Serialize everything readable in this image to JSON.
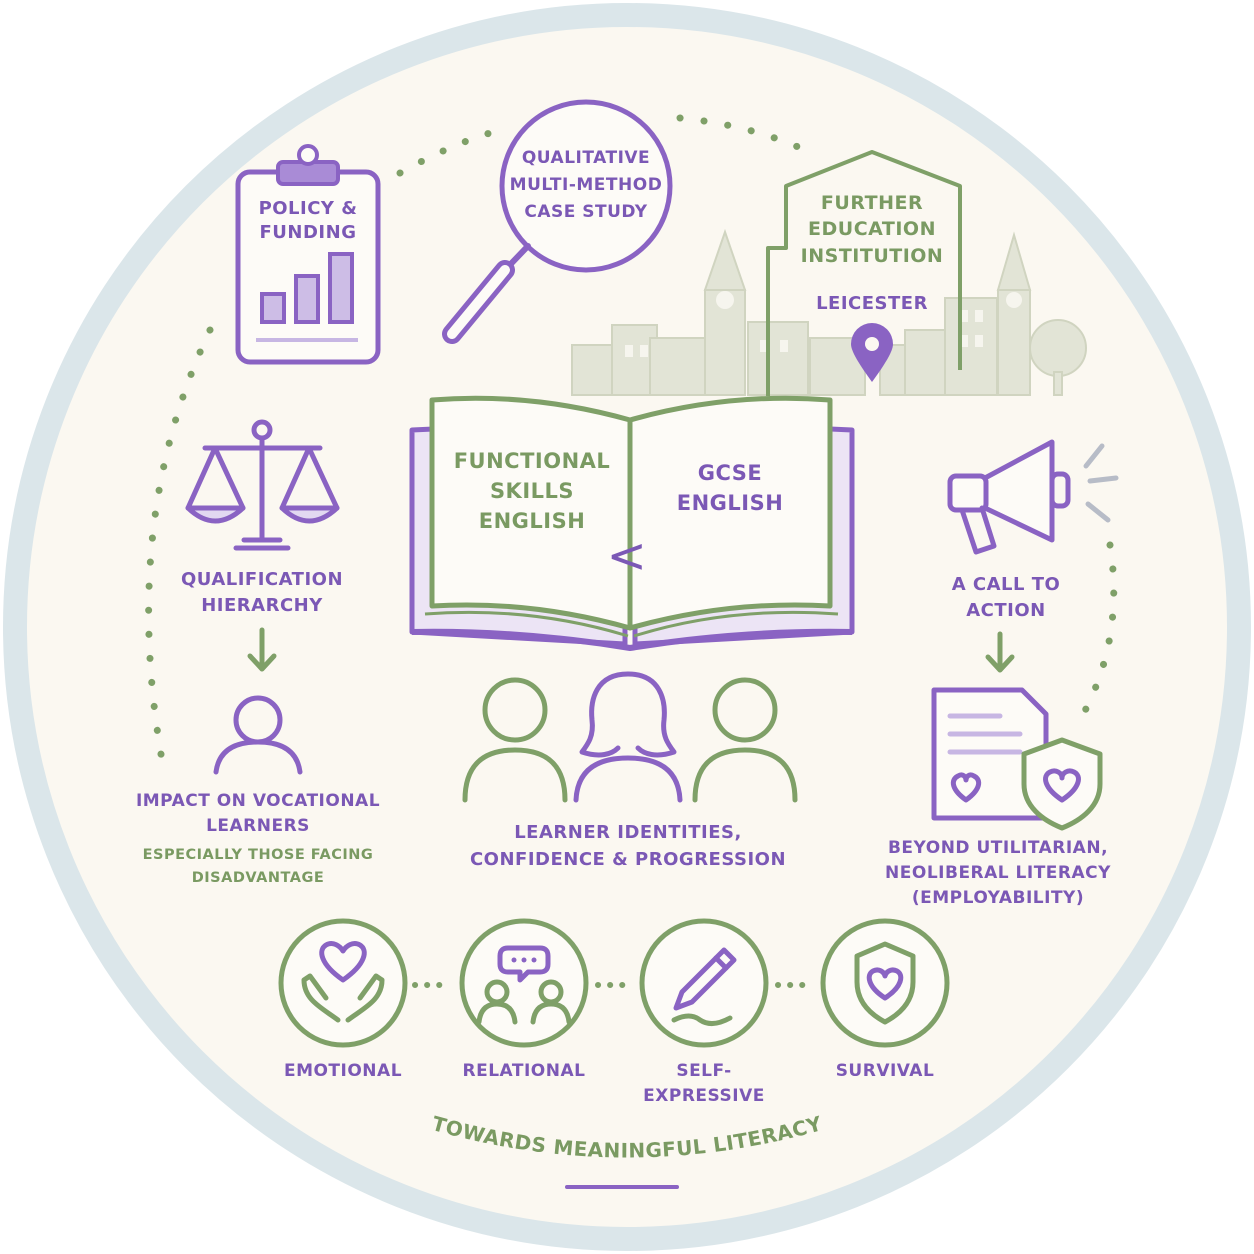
{
  "colors": {
    "purple": "#7b58b5",
    "green": "#7a9a62",
    "background": "#fbf8f1",
    "ring": "#dbe6ea"
  },
  "policy": {
    "line1": "POLICY &",
    "line2": "FUNDING",
    "icon": "clipboard-bar-chart"
  },
  "method": {
    "line1": "QUALITATIVE",
    "line2": "MULTI-METHOD",
    "line3": "CASE STUDY",
    "icon": "magnifying-glass"
  },
  "institution": {
    "line1": "FURTHER",
    "line2": "EDUCATION",
    "line3": "INSTITUTION",
    "location": "LEICESTER",
    "icon": "location-pin"
  },
  "book": {
    "left1": "FUNCTIONAL",
    "left2": "SKILLS",
    "left3": "ENGLISH",
    "comparator": "<",
    "right1": "GCSE",
    "right2": "ENGLISH"
  },
  "hierarchy": {
    "line1": "QUALIFICATION",
    "line2": "HIERARCHY",
    "icon": "balance-scale"
  },
  "impact": {
    "line1": "IMPACT ON VOCATIONAL",
    "line2": "LEARNERS",
    "sub1": "ESPECIALLY THOSE FACING",
    "sub2": "DISADVANTAGE",
    "icon": "person-icon"
  },
  "learners": {
    "line1": "LEARNER IDENTITIES,",
    "line2": "CONFIDENCE & PROGRESSION"
  },
  "call": {
    "line1": "A CALL TO",
    "line2": "ACTION",
    "icon": "megaphone"
  },
  "beyond": {
    "line1": "BEYOND UTILITARIAN,",
    "line2": "NEOLIBERAL LITERACY",
    "line3": "(EMPLOYABILITY)"
  },
  "dimensions": [
    {
      "label1": "EMOTIONAL",
      "label2": "",
      "icon": "heart-hands-icon"
    },
    {
      "label1": "RELATIONAL",
      "label2": "",
      "icon": "people-speech-icon"
    },
    {
      "label1": "SELF-",
      "label2": "EXPRESSIVE",
      "icon": "pencil-icon"
    },
    {
      "label1": "SURVIVAL",
      "label2": "",
      "icon": "shield-heart-icon"
    }
  ],
  "footer": {
    "title": "TOWARDS MEANINGFUL LITERACY"
  }
}
